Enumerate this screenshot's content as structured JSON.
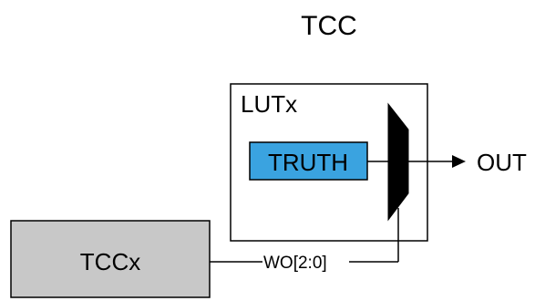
{
  "diagram": {
    "title": "TCC",
    "lut_label": "LUTx",
    "truth_label": "TRUTH",
    "output_label": "OUT",
    "source_label": "TCCx",
    "bus_label": "WO[2:0]"
  },
  "colors": {
    "truth_fill": "#3aa3e0",
    "source_fill": "#c8c8c8",
    "stroke": "#000000",
    "background": "#ffffff"
  }
}
